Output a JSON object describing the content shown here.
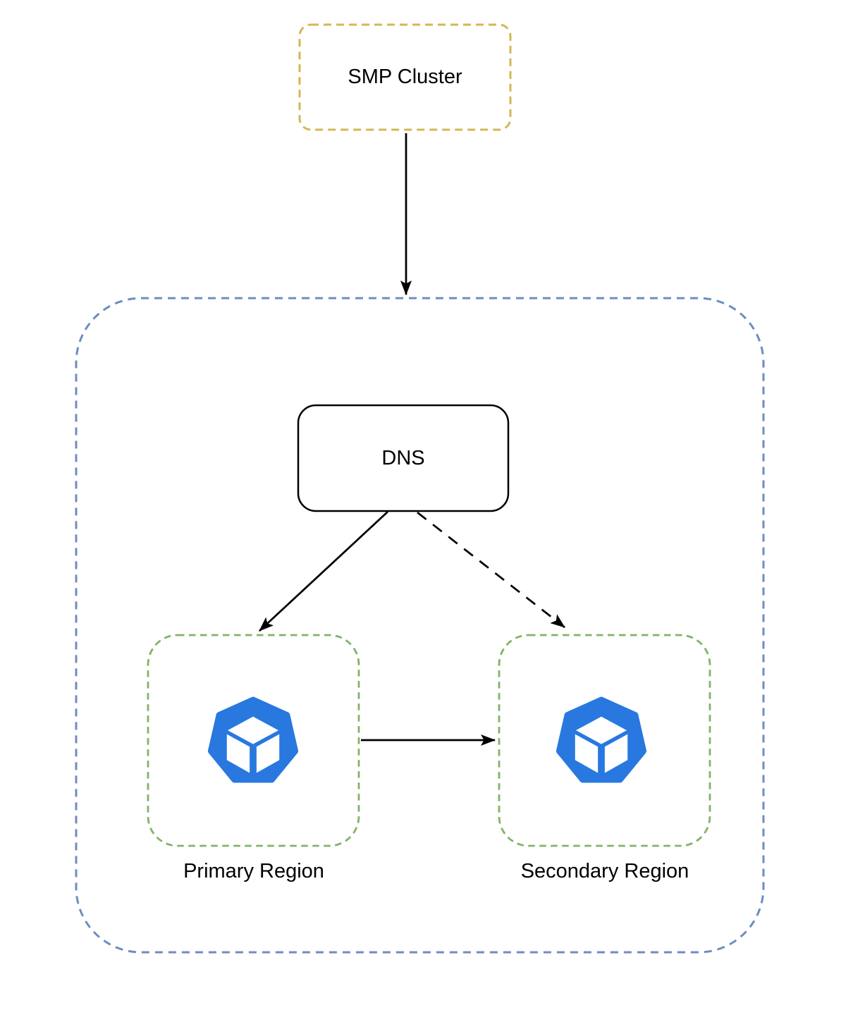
{
  "diagram": {
    "title": "SMP Cluster multi-region DNS routing diagram",
    "nodes": {
      "smp_cluster": {
        "label": "SMP Cluster",
        "border_style": "dashed"
      },
      "dns": {
        "label": "DNS",
        "border_style": "solid"
      },
      "primary_region": {
        "label": "Primary Region",
        "border_style": "dashed",
        "icon": "cube-heptagon-icon"
      },
      "secondary_region": {
        "label": "Secondary Region",
        "border_style": "dashed",
        "icon": "cube-heptagon-icon"
      },
      "outer_container": {
        "label": "",
        "border_style": "dashed"
      }
    },
    "edges": [
      {
        "from": "smp_cluster",
        "to": "outer_container",
        "style": "solid",
        "arrowhead": "filled"
      },
      {
        "from": "dns",
        "to": "primary_region",
        "style": "solid",
        "arrowhead": "filled"
      },
      {
        "from": "dns",
        "to": "secondary_region",
        "style": "dashed",
        "arrowhead": "filled"
      },
      {
        "from": "primary_region",
        "to": "secondary_region",
        "style": "solid",
        "arrowhead": "filled"
      }
    ],
    "colors": {
      "smp_border": "#D6B656",
      "outer_border": "#6C8EBF",
      "region_border": "#82B366",
      "dns_border": "#000000",
      "arrow": "#000000",
      "icon_blue": "#2878E0",
      "icon_cube": "#FFFFFF",
      "text": "#000000",
      "background": "#FFFFFF"
    }
  }
}
